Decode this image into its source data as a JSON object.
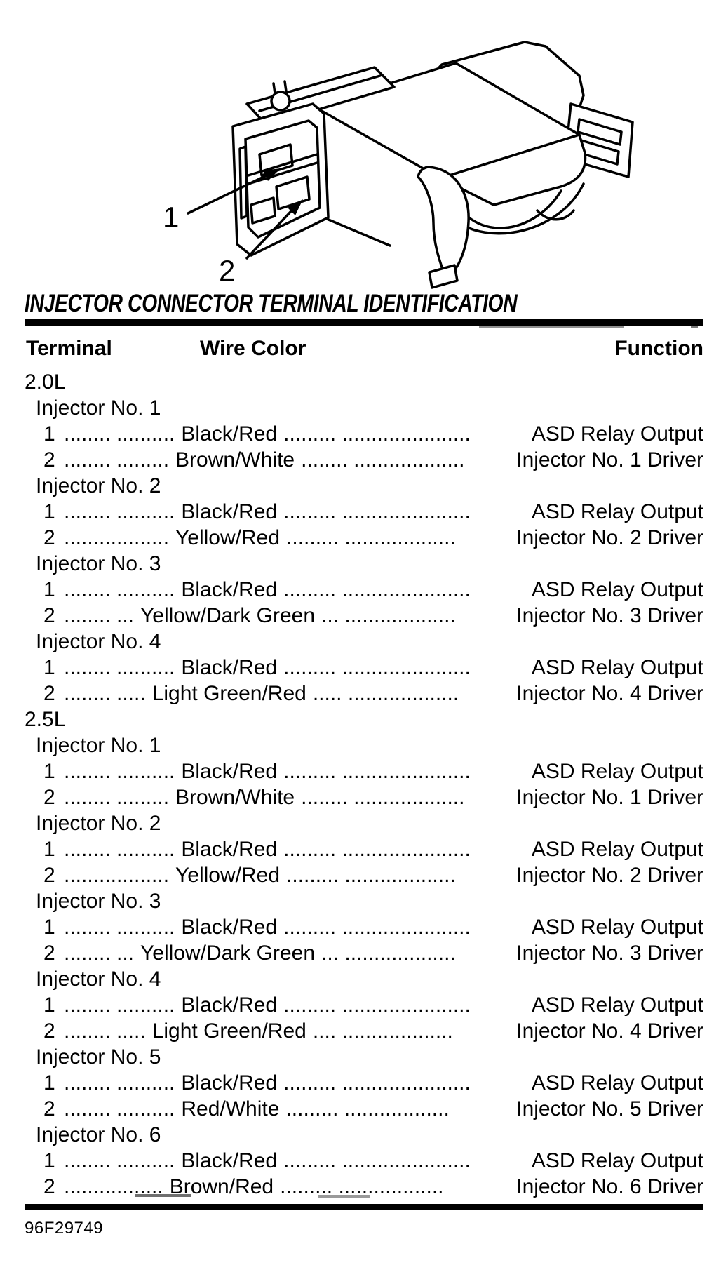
{
  "colors": {
    "ink": "#000000",
    "paper": "#ffffff",
    "scan_artifact": "#8f8f8f"
  },
  "figure": {
    "callouts": [
      {
        "label": "1"
      },
      {
        "label": "2"
      }
    ]
  },
  "heading": "INJECTOR CONNECTOR TERMINAL IDENTIFICATION",
  "table": {
    "columns": {
      "terminal": "Terminal",
      "wire": "Wire Color",
      "function": "Function"
    },
    "sections": [
      {
        "engine": "2.0L",
        "injectors": [
          {
            "name": "Injector No. 1",
            "rows": [
              {
                "terminal": "1",
                "leader1": "........ ..........",
                "wire": "Black/Red",
                "leader2": "......... ......................",
                "function": "ASD Relay Output"
              },
              {
                "terminal": "2",
                "leader1": "........ .........",
                "wire": "Brown/White",
                "leader2": "........ ...................",
                "function": "Injector No. 1 Driver"
              }
            ]
          },
          {
            "name": "Injector No. 2",
            "rows": [
              {
                "terminal": "1",
                "leader1": "........ ..........",
                "wire": "Black/Red",
                "leader2": "......... ......................",
                "function": "ASD Relay Output"
              },
              {
                "terminal": "2",
                "leader1": "..................",
                "wire": "Yellow/Red",
                "leader2": "......... ...................",
                "function": "Injector No. 2 Driver"
              }
            ]
          },
          {
            "name": "Injector No. 3",
            "rows": [
              {
                "terminal": "1",
                "leader1": "........ ..........",
                "wire": "Black/Red",
                "leader2": "......... ......................",
                "function": "ASD Relay Output"
              },
              {
                "terminal": "2",
                "leader1": "........ ...",
                "wire": "Yellow/Dark Green",
                "leader2": "... ...................",
                "function": "Injector No. 3 Driver"
              }
            ]
          },
          {
            "name": "Injector No. 4",
            "rows": [
              {
                "terminal": "1",
                "leader1": "........ ..........",
                "wire": "Black/Red",
                "leader2": "......... ......................",
                "function": "ASD Relay Output"
              },
              {
                "terminal": "2",
                "leader1": "........ .....",
                "wire": "Light Green/Red",
                "leader2": "..... ...................",
                "function": "Injector No. 4 Driver"
              }
            ]
          }
        ]
      },
      {
        "engine": "2.5L",
        "injectors": [
          {
            "name": "Injector No. 1",
            "rows": [
              {
                "terminal": "1",
                "leader1": "........ ..........",
                "wire": "Black/Red",
                "leader2": "......... ......................",
                "function": "ASD Relay Output"
              },
              {
                "terminal": "2",
                "leader1": "........ .........",
                "wire": "Brown/White",
                "leader2": "........ ...................",
                "function": "Injector No. 1 Driver"
              }
            ]
          },
          {
            "name": "Injector No. 2",
            "rows": [
              {
                "terminal": "1",
                "leader1": "........ ..........",
                "wire": "Black/Red",
                "leader2": "......... ......................",
                "function": "ASD Relay Output"
              },
              {
                "terminal": "2",
                "leader1": "..................",
                "wire": "Yellow/Red",
                "leader2": "......... ...................",
                "function": "Injector No. 2 Driver"
              }
            ]
          },
          {
            "name": "Injector No. 3",
            "rows": [
              {
                "terminal": "1",
                "leader1": "........ ..........",
                "wire": "Black/Red",
                "leader2": "......... ......................",
                "function": "ASD Relay Output"
              },
              {
                "terminal": "2",
                "leader1": "........ ...",
                "wire": "Yellow/Dark Green",
                "leader2": "... ...................",
                "function": "Injector No. 3 Driver"
              }
            ]
          },
          {
            "name": "Injector No. 4",
            "rows": [
              {
                "terminal": "1",
                "leader1": "........ ..........",
                "wire": "Black/Red",
                "leader2": "......... ......................",
                "function": "ASD Relay Output"
              },
              {
                "terminal": "2",
                "leader1": "........ .....",
                "wire": "Light Green/Red",
                "leader2": ".... ...................",
                "function": "Injector No. 4 Driver"
              }
            ]
          },
          {
            "name": "Injector No. 5",
            "rows": [
              {
                "terminal": "1",
                "leader1": "........ ..........",
                "wire": "Black/Red",
                "leader2": "......... ......................",
                "function": "ASD Relay Output"
              },
              {
                "terminal": "2",
                "leader1": "........ ..........",
                "wire": "Red/White",
                "leader2": "......... ..................",
                "function": "Injector No. 5 Driver"
              }
            ]
          },
          {
            "name": "Injector No. 6",
            "rows": [
              {
                "terminal": "1",
                "leader1": "........ ..........",
                "wire": "Black/Red",
                "leader2": "......... ......................",
                "function": "ASD Relay Output"
              },
              {
                "terminal": "2",
                "leader1": ".................",
                "wire": "Brown/Red",
                "leader2": "......... ..................",
                "function": "Injector No. 6 Driver"
              }
            ]
          }
        ]
      }
    ]
  },
  "figure_id": "96F29749"
}
